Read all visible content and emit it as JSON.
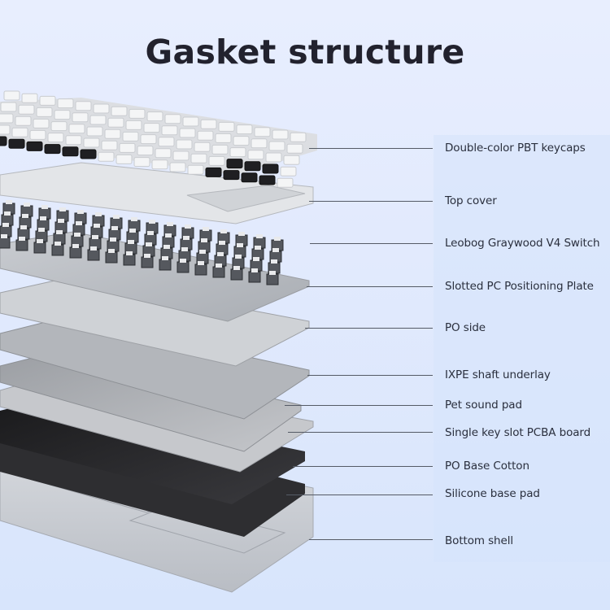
{
  "title": "Gasket structure",
  "layers": [
    {
      "id": "keycaps",
      "label": "Double-color PBT keycaps"
    },
    {
      "id": "top-cover",
      "label": "Top cover"
    },
    {
      "id": "switch",
      "label": "Leobog Graywood V4 Switch"
    },
    {
      "id": "plate",
      "label": "Slotted PC Positioning Plate"
    },
    {
      "id": "po-side",
      "label": "PO side"
    },
    {
      "id": "ixpe",
      "label": "IXPE shaft underlay"
    },
    {
      "id": "pet-pad",
      "label": "Pet sound pad"
    },
    {
      "id": "pcba",
      "label": "Single key slot PCBA board"
    },
    {
      "id": "po-cotton",
      "label": "PO Base Cotton"
    },
    {
      "id": "silicone",
      "label": "Silicone base pad"
    },
    {
      "id": "bottom-shell",
      "label": "Bottom shell"
    }
  ],
  "colors": {
    "background": "#e5ecfd",
    "title": "#22222e",
    "label": "#2a2f3d",
    "leader": "#555b66"
  }
}
